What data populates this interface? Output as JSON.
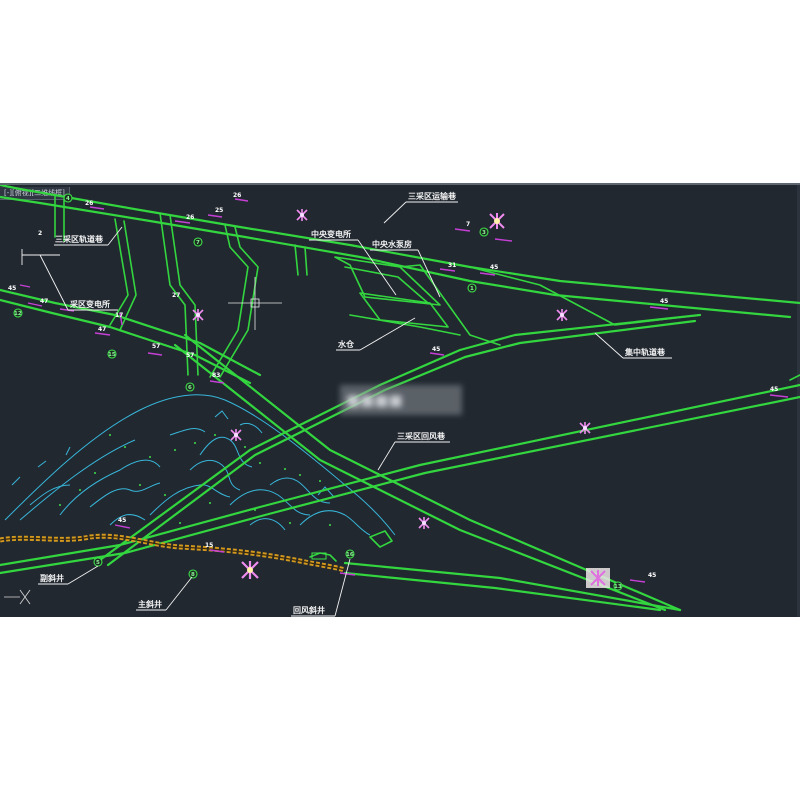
{
  "window": {
    "tab_label": "[-][俯视][二维线框]"
  },
  "map": {
    "labels": {
      "hoist_roadway": "三采区轨道巷",
      "substation": "采区变电所",
      "central_substation": "中央变电所",
      "pump_room": "中央水泵房",
      "sump": "水仓",
      "main_track": "集中轨道巷",
      "return_airway": "三采区回风巷",
      "transport_drift": "三采区运输巷",
      "aux_shaft": "副斜井",
      "main_shaft": "主斜井",
      "return_shaft": "回风斜井",
      "blurred": "■■■■"
    },
    "numbers": [
      "26",
      "26",
      "25",
      "26",
      "7",
      "31",
      "47",
      "27",
      "45",
      "45",
      "2",
      "45",
      "47",
      "17",
      "57",
      "57",
      "83",
      "45",
      "45",
      "45",
      "15",
      "45"
    ],
    "nodes": [
      "4",
      "3",
      "7",
      "12",
      "15",
      "6",
      "1",
      "5",
      "16",
      "13",
      "8"
    ],
    "colors": {
      "roadway": "#33d63f",
      "slope_tick": "#c640d6",
      "contour": "#38b6d9",
      "background": "#212830",
      "text": "#f2f2f2"
    },
    "icons": [
      "crosshair-icon",
      "ucs-icon",
      "borehole-icon"
    ]
  }
}
